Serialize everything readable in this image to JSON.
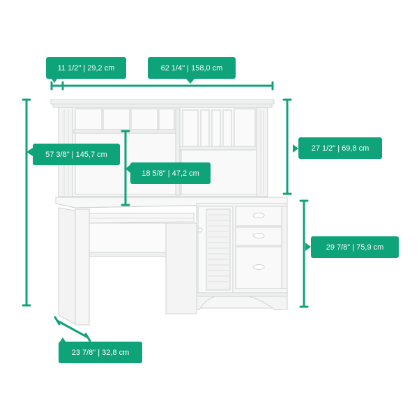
{
  "colors": {
    "accent": "#0fa37a",
    "furniture_fill": "#f4f5f4",
    "furniture_stroke": "#cfd3d1",
    "furniture_detail": "#dfe2e0",
    "background": "#ffffff"
  },
  "dimensions": {
    "hutch_depth": "11 1/2\" | 29,2 cm",
    "overall_width": "62 1/4\" | 158,0 cm",
    "overall_height": "57 3/8\" | 145,7 cm",
    "hutch_height": "27 1/2\" | 69,8 cm",
    "desk_clearance": "18 5/8\" | 47,2 cm",
    "desk_height": "29 7/8\" | 75,9 cm",
    "desk_depth": "23 7/8\" | 32,8 cm"
  }
}
